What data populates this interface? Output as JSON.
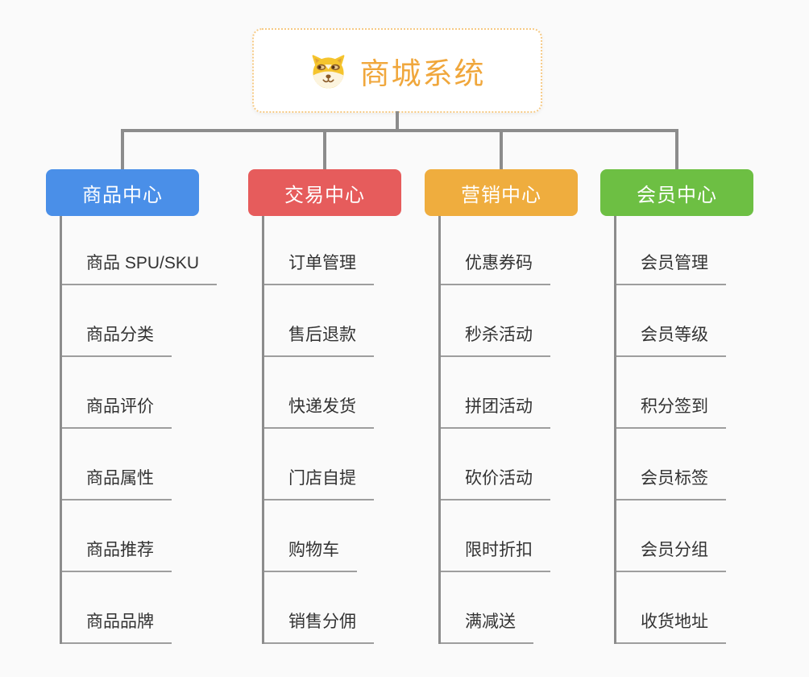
{
  "page": {
    "background": "#FAFAFA",
    "connector_color": "#8C8C8C",
    "underline_color": "#9E9E9E"
  },
  "root": {
    "title": "商城系统",
    "icon": "dog-face-icon",
    "title_color": "#F0A73C",
    "border_color": "#F6CA85"
  },
  "branches": [
    {
      "label": "商品中心",
      "color": "#4A8FE8",
      "children": [
        "商品 SPU/SKU",
        "商品分类",
        "商品评价",
        "商品属性",
        "商品推荐",
        "商品品牌"
      ]
    },
    {
      "label": "交易中心",
      "color": "#E65C5C",
      "children": [
        "订单管理",
        "售后退款",
        "快递发货",
        "门店自提",
        "购物车",
        "销售分佣"
      ]
    },
    {
      "label": "营销中心",
      "color": "#EFAD3E",
      "children": [
        "优惠券码",
        "秒杀活动",
        "拼团活动",
        "砍价活动",
        "限时折扣",
        "满减送"
      ]
    },
    {
      "label": "会员中心",
      "color": "#6DBF43",
      "children": [
        "会员管理",
        "会员等级",
        "积分签到",
        "会员标签",
        "会员分组",
        "收货地址"
      ]
    }
  ]
}
